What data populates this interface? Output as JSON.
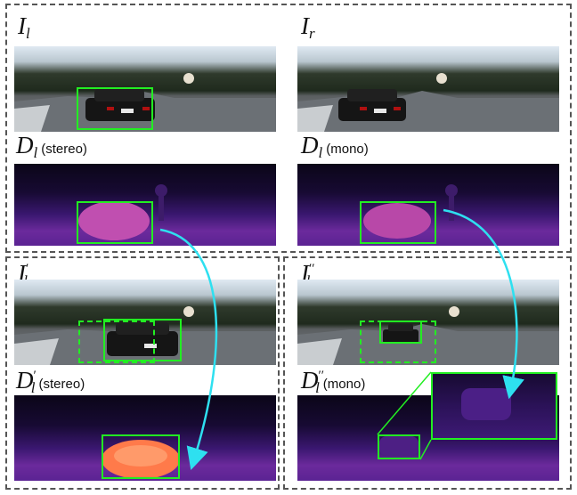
{
  "labels": {
    "il": {
      "base": "I",
      "sub": "l",
      "sup": "",
      "tag": ""
    },
    "ir": {
      "base": "I",
      "sub": "r",
      "sup": "",
      "tag": ""
    },
    "dl_stereo": {
      "base": "D",
      "sub": "l",
      "sup": "",
      "tag": "(stereo)"
    },
    "dl_mono": {
      "base": "D",
      "sub": "l",
      "sup": "",
      "tag": "(mono)"
    },
    "il_p": {
      "base": "I",
      "sub": "l",
      "sup": "′",
      "tag": ""
    },
    "il_pp": {
      "base": "I",
      "sub": "l",
      "sup": "′′",
      "tag": ""
    },
    "dl_p_stereo": {
      "base": "D",
      "sub": "l",
      "sup": "′",
      "tag": "(stereo)"
    },
    "dl_pp_mono": {
      "base": "D",
      "sub": "l",
      "sup": "′′",
      "tag": "(mono)"
    }
  },
  "colors": {
    "box": "#22ee22",
    "arrow": "#2ee0f0",
    "car_depth": "#c04fb0",
    "car_depth_stereo_aug": "#ff7a4a",
    "frame": "#555555"
  },
  "icons": {
    "arrow": "curved-arrow-icon",
    "car": "car-icon"
  }
}
